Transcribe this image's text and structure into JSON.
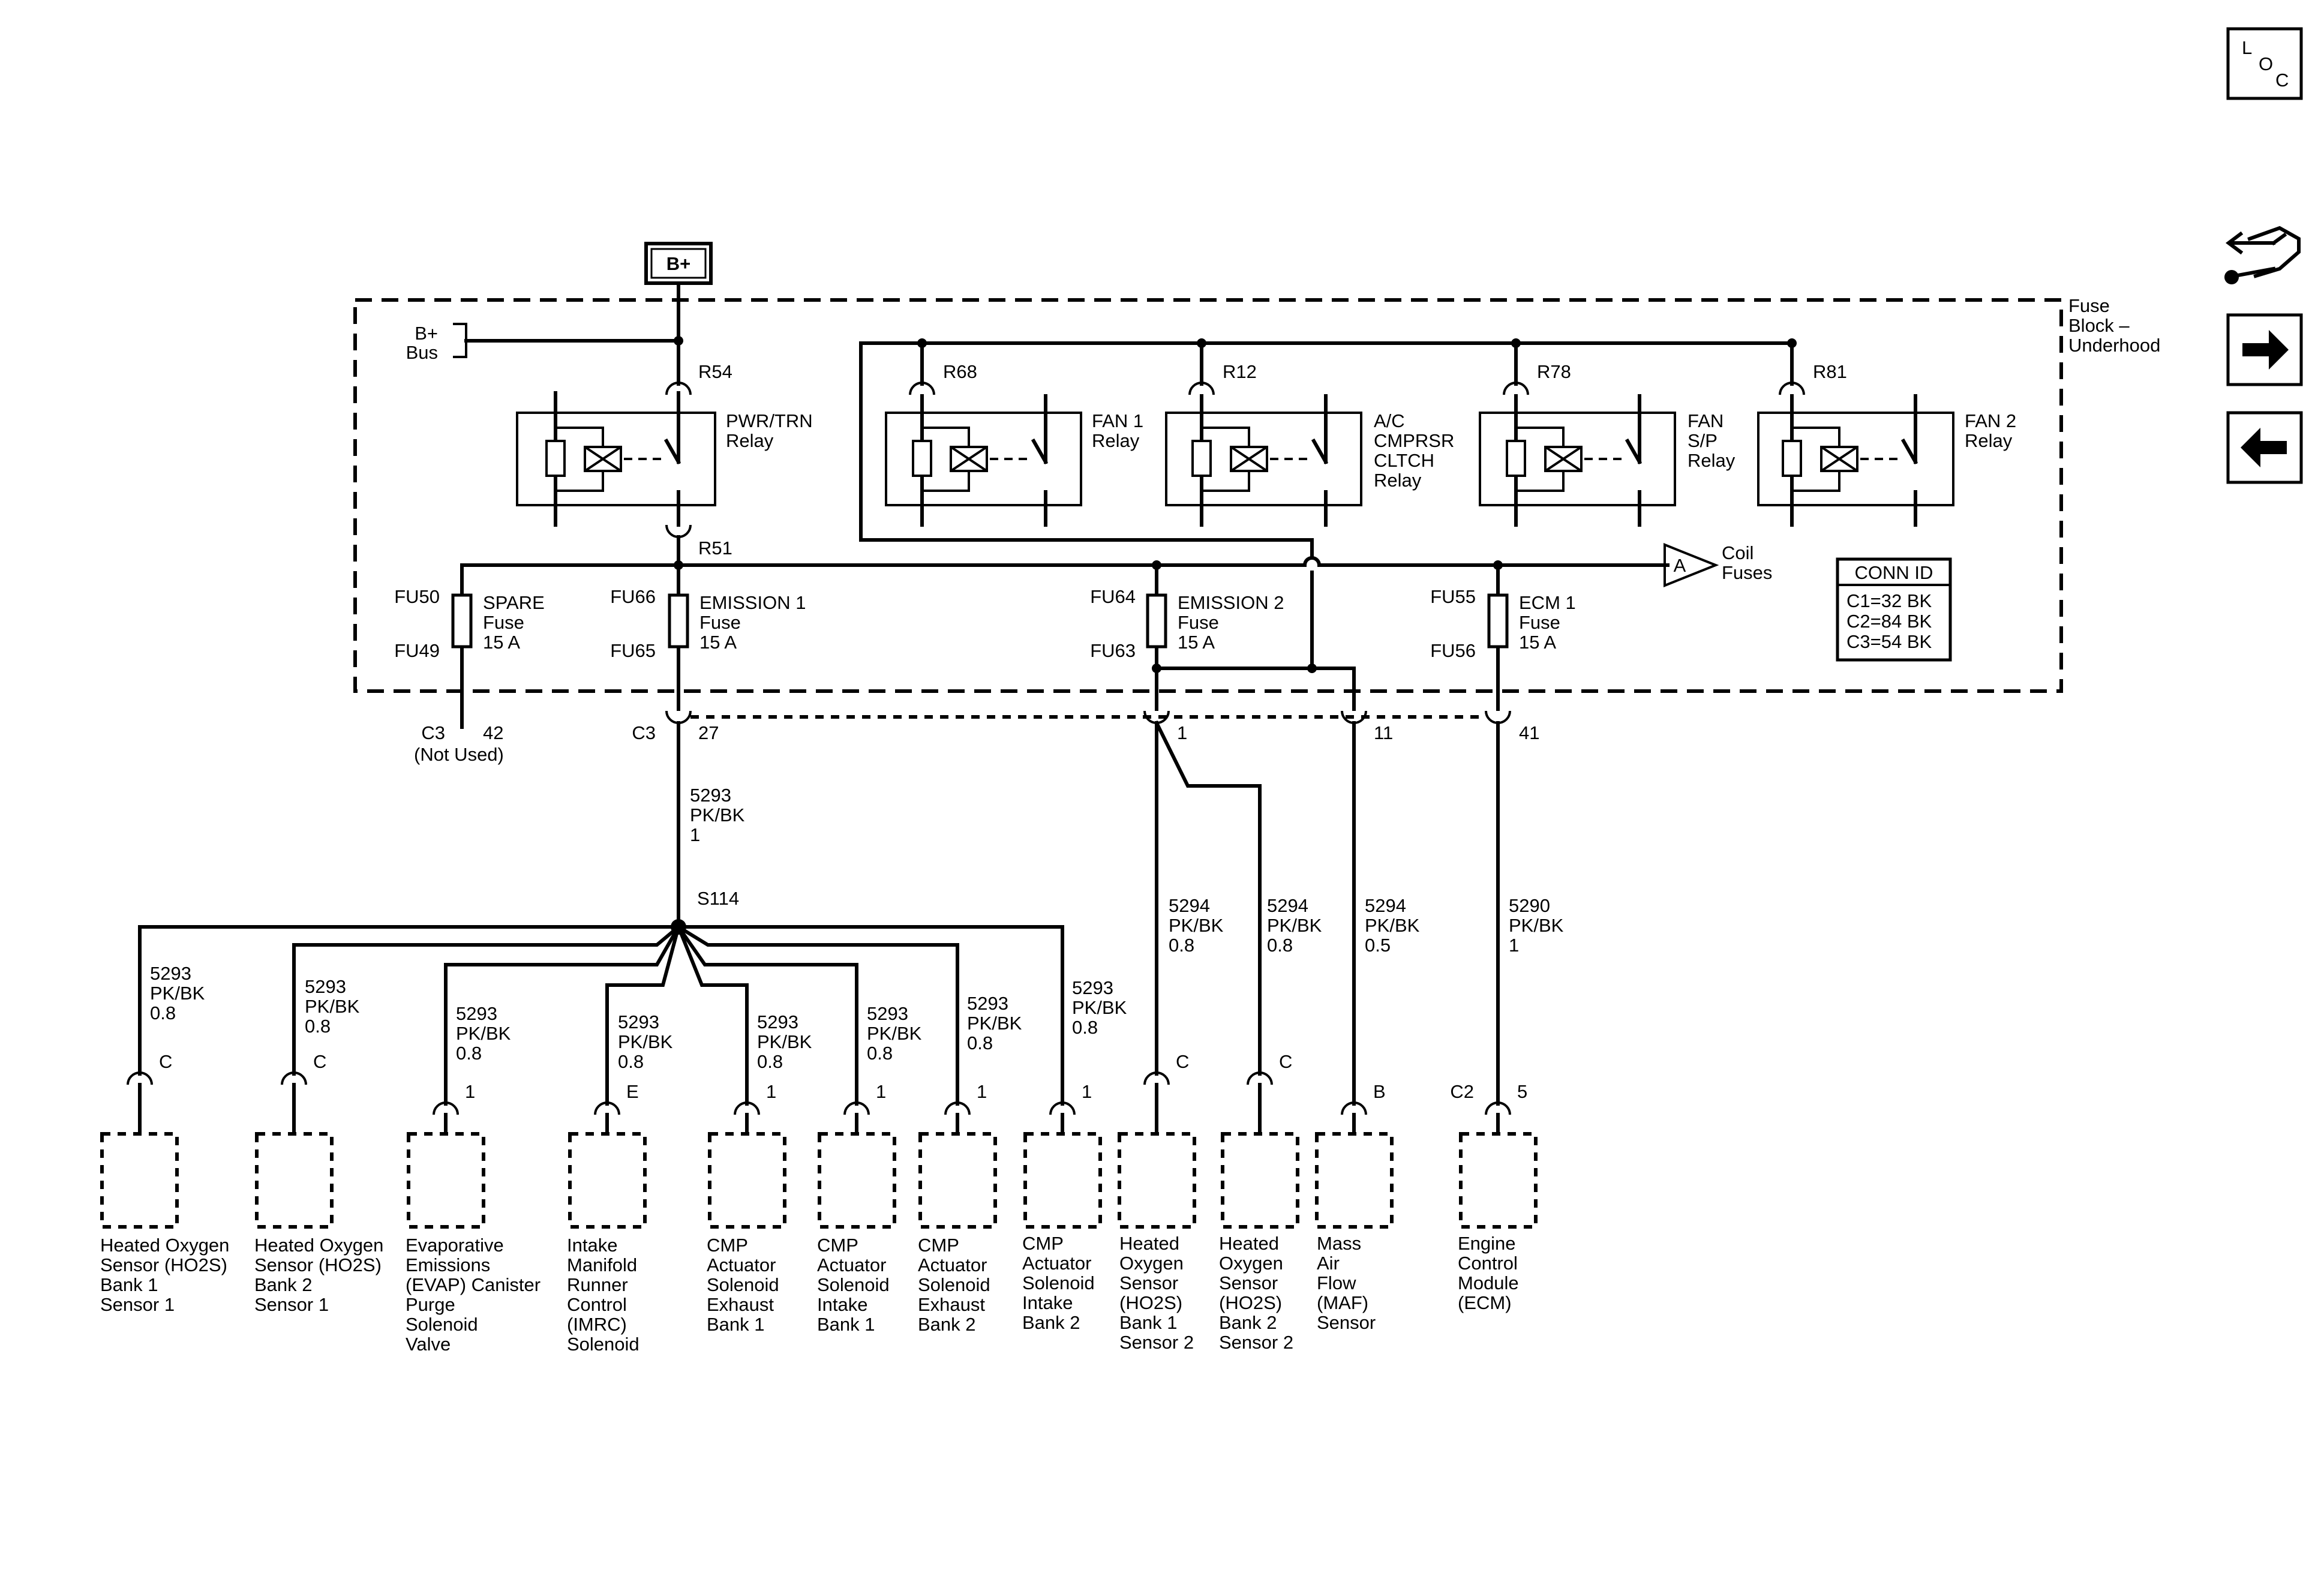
{
  "source": {
    "label": "B+"
  },
  "fuse_block": {
    "line1": "Fuse",
    "line2": "Block –",
    "line3": "Underhood"
  },
  "bus": {
    "line1": "B+",
    "line2": "Bus"
  },
  "conn_id": {
    "title": "CONN ID",
    "rows": [
      "C1=32 BK",
      "C2=84 BK",
      "C3=54 BK"
    ]
  },
  "coil": {
    "letter": "A",
    "line1": "Coil",
    "line2": "Fuses"
  },
  "splice": "S114",
  "terminals": [
    "R54",
    "R51",
    "R68",
    "R12",
    "R78",
    "R81"
  ],
  "relays": [
    {
      "lines": [
        "PWR/TRN",
        "Relay"
      ]
    },
    {
      "lines": [
        "FAN 1",
        "Relay"
      ]
    },
    {
      "lines": [
        "A/C",
        "CMPRSR",
        "CLTCH",
        "Relay"
      ]
    },
    {
      "lines": [
        "FAN",
        "S/P",
        "Relay"
      ]
    },
    {
      "lines": [
        "FAN 2",
        "Relay"
      ]
    }
  ],
  "fuses": [
    {
      "top": "FU50",
      "bottom": "FU49",
      "lines": [
        "SPARE",
        "Fuse",
        "15 A"
      ]
    },
    {
      "top": "FU66",
      "bottom": "FU65",
      "lines": [
        "EMISSION 1",
        "Fuse",
        "15 A"
      ]
    },
    {
      "top": "FU64",
      "bottom": "FU63",
      "lines": [
        "EMISSION 2",
        "Fuse",
        "15 A"
      ]
    },
    {
      "top": "FU55",
      "bottom": "FU56",
      "lines": [
        "ECM 1",
        "Fuse",
        "15 A"
      ]
    }
  ],
  "block_pins": [
    {
      "conn": "C3",
      "pin": "42",
      "note": "(Not Used)"
    },
    {
      "conn": "C3",
      "pin": "27"
    },
    {
      "pin": "1"
    },
    {
      "pin": "11"
    },
    {
      "pin": "41"
    }
  ],
  "feed_wire": [
    "5293",
    "PK/BK",
    "1"
  ],
  "wires": [
    [
      "5293",
      "PK/BK",
      "0.8"
    ],
    [
      "5293",
      "PK/BK",
      "0.8"
    ],
    [
      "5293",
      "PK/BK",
      "0.8"
    ],
    [
      "5293",
      "PK/BK",
      "0.8"
    ],
    [
      "5293",
      "PK/BK",
      "0.8"
    ],
    [
      "5293",
      "PK/BK",
      "0.8"
    ],
    [
      "5293",
      "PK/BK",
      "0.8"
    ],
    [
      "5293",
      "PK/BK",
      "0.8"
    ],
    [
      "5294",
      "PK/BK",
      "0.8"
    ],
    [
      "5294",
      "PK/BK",
      "0.8"
    ],
    [
      "5294",
      "PK/BK",
      "0.5"
    ],
    [
      "5290",
      "PK/BK",
      "1"
    ]
  ],
  "components": [
    {
      "pin": "C",
      "lines": [
        "Heated Oxygen",
        "Sensor (HO2S)",
        "Bank 1",
        "Sensor 1"
      ]
    },
    {
      "pin": "C",
      "lines": [
        "Heated Oxygen",
        "Sensor (HO2S)",
        "Bank 2",
        "Sensor 1"
      ]
    },
    {
      "pin": "1",
      "lines": [
        "Evaporative",
        "Emissions",
        "(EVAP) Canister",
        "Purge",
        "Solenoid",
        "Valve"
      ]
    },
    {
      "pin": "E",
      "lines": [
        "Intake",
        "Manifold",
        "Runner",
        "Control",
        "(IMRC)",
        "Solenoid"
      ]
    },
    {
      "pin": "1",
      "lines": [
        "CMP",
        "Actuator",
        "Solenoid",
        "Exhaust",
        "Bank 1"
      ]
    },
    {
      "pin": "1",
      "lines": [
        "CMP",
        "Actuator",
        "Solenoid",
        "Intake",
        "Bank 1"
      ]
    },
    {
      "pin": "1",
      "lines": [
        "CMP",
        "Actuator",
        "Solenoid",
        "Exhaust",
        "Bank 2"
      ]
    },
    {
      "pin": "1",
      "lines": [
        "CMP",
        "Actuator",
        "Solenoid",
        "Intake",
        "Bank 2"
      ]
    },
    {
      "pin": "C",
      "lines": [
        "Heated",
        "Oxygen",
        "Sensor",
        "(HO2S)",
        "Bank 1",
        "Sensor 2"
      ]
    },
    {
      "pin": "C",
      "lines": [
        "Heated",
        "Oxygen",
        "Sensor",
        "(HO2S)",
        "Bank 2",
        "Sensor 2"
      ]
    },
    {
      "pin": "B",
      "lines": [
        "Mass",
        "Air",
        "Flow",
        "(MAF)",
        "Sensor"
      ]
    },
    {
      "conn": "C2",
      "pin": "5",
      "lines": [
        "Engine",
        "Control",
        "Module",
        "(ECM)"
      ]
    }
  ],
  "nav": {
    "loc_letters": [
      "L",
      "O",
      "C"
    ],
    "buttons": [
      "loc-icon",
      "schematic-tools-icon",
      "forward-arrow-icon",
      "back-arrow-icon"
    ]
  }
}
